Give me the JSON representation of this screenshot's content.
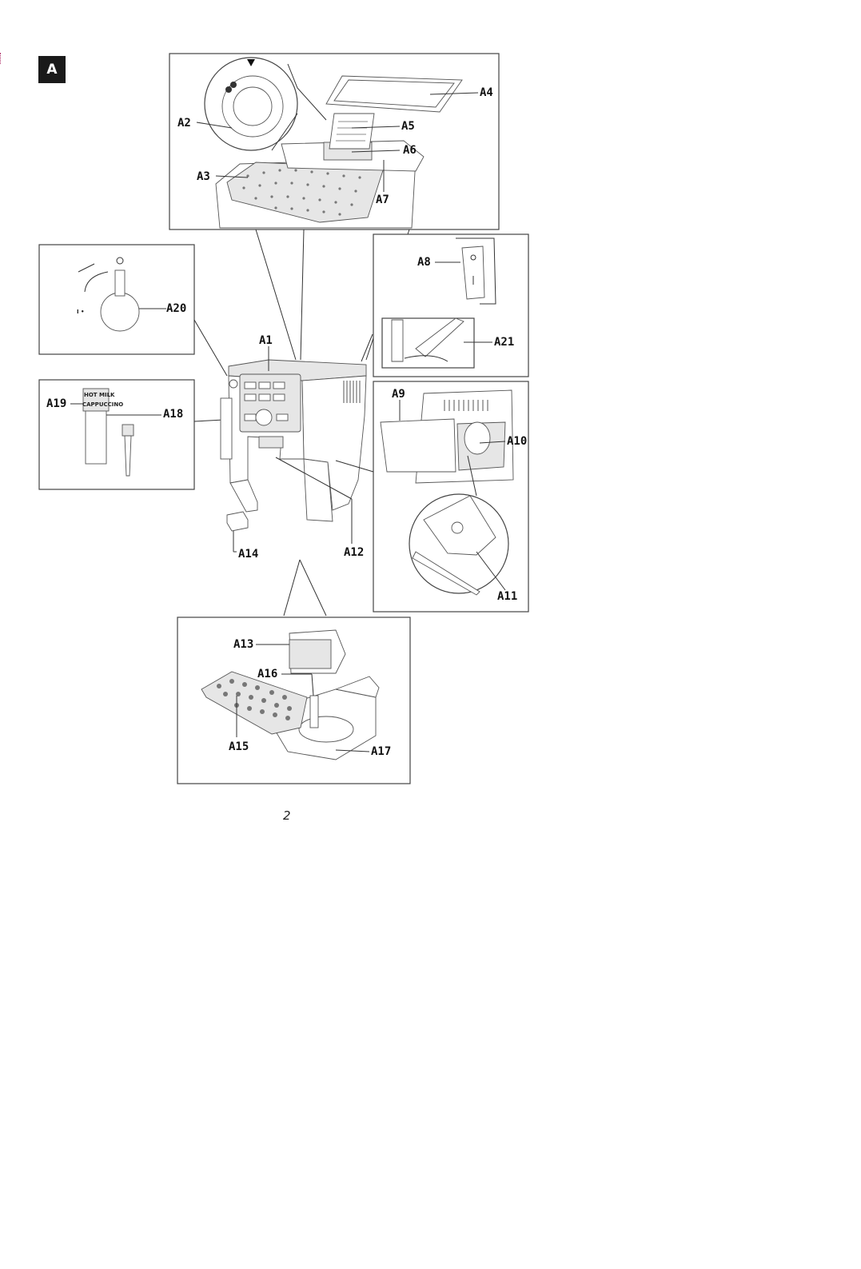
{
  "section_label": "A",
  "page_number": "2",
  "texts": {
    "hot_milk": "HOT MILK",
    "cappuccino": "CAPPUCCINO"
  },
  "labels": {
    "a1": "A1",
    "a2": "A2",
    "a3": "A3",
    "a4": "A4",
    "a5": "A5",
    "a6": "A6",
    "a7": "A7",
    "a8": "A8",
    "a9": "A9",
    "a10": "A10",
    "a11": "A11",
    "a12": "A12",
    "a13": "A13",
    "a14": "A14",
    "a15": "A15",
    "a16": "A16",
    "a17": "A17",
    "a18": "A18",
    "a19": "A19",
    "a20": "A20",
    "a21": "A21"
  }
}
